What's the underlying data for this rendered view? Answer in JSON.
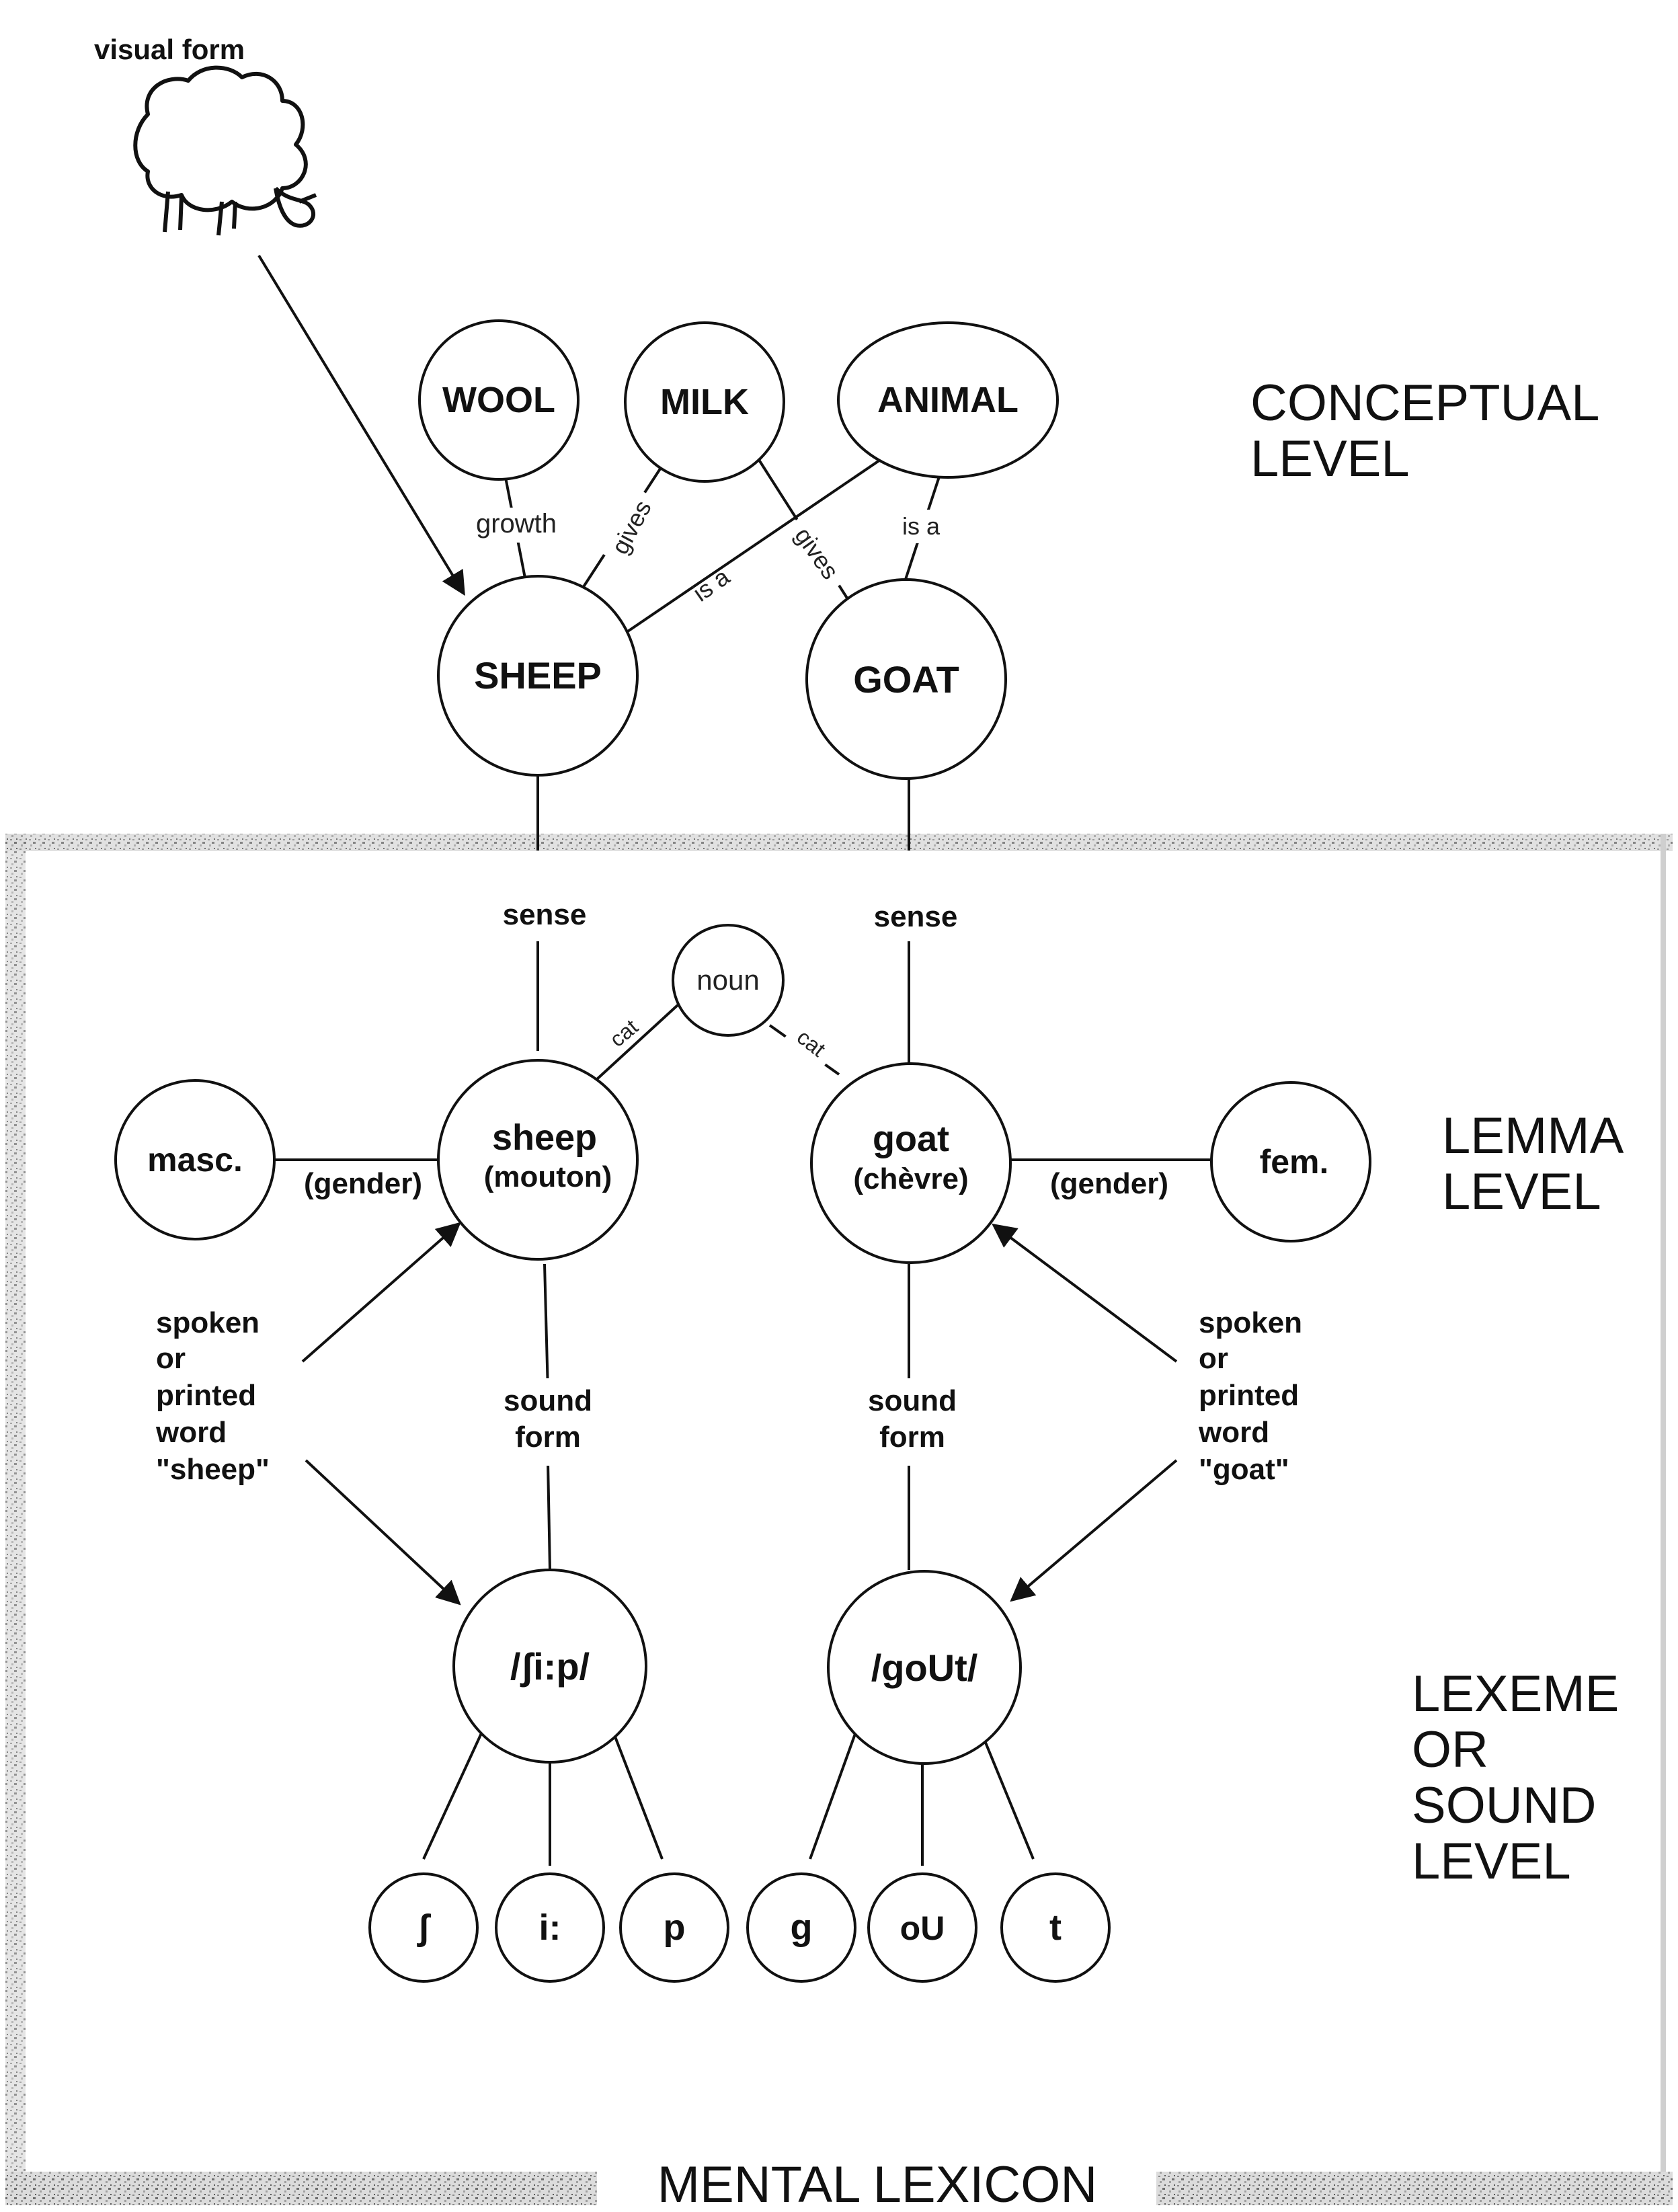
{
  "visual_form_label": "visual form",
  "levels": {
    "conceptual": [
      "CONCEPTUAL",
      "LEVEL"
    ],
    "lemma": [
      "LEMMA",
      "LEVEL"
    ],
    "lexeme": [
      "LEXEME",
      "OR",
      "SOUND",
      "LEVEL"
    ]
  },
  "footer_label": "MENTAL LEXICON",
  "concept_nodes": {
    "wool": "WOOL",
    "milk": "MILK",
    "animal": "ANIMAL",
    "sheep": "SHEEP",
    "goat": "GOAT"
  },
  "concept_edges": {
    "growth": "growth",
    "gives_sheep": "gives",
    "gives_goat": "gives",
    "is_a_sheep": "is a",
    "is_a_goat": "is a"
  },
  "lemma_nodes": {
    "noun": "noun",
    "masc": "masc.",
    "fem": "fem.",
    "sheep_word": "sheep",
    "sheep_french": "(mouton)",
    "goat_word": "goat",
    "goat_french": "(chèvre)"
  },
  "lemma_edges": {
    "sense_sheep": "sense",
    "sense_goat": "sense",
    "cat_sheep": "cat",
    "cat_goat": "cat",
    "gender_sheep": "(gender)",
    "gender_goat": "(gender)",
    "sound_form_sheep": [
      "sound",
      "form"
    ],
    "sound_form_goat": [
      "sound",
      "form"
    ]
  },
  "inputs": {
    "sheep": [
      "spoken",
      "or",
      "printed",
      "word",
      "\"sheep\""
    ],
    "goat": [
      "spoken",
      "or",
      "printed",
      "word",
      "\"goat\""
    ]
  },
  "lexeme_nodes": {
    "sheep": "/ʃi:p/",
    "goat": "/goUt/"
  },
  "phonemes": {
    "sheep": [
      "ʃ",
      "i:",
      "p"
    ],
    "goat": [
      "g",
      "oU",
      "t"
    ]
  }
}
